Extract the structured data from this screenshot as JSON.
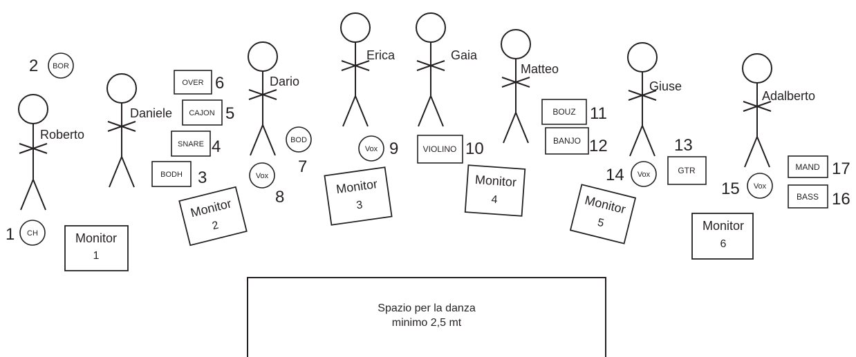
{
  "colors": {
    "ink": "#231f20",
    "background": "#ffffff"
  },
  "performers": {
    "roberto": "Roberto",
    "daniele": "Daniele",
    "dario": "Dario",
    "erica": "Erica",
    "gaia": "Gaia",
    "matteo": "Matteo",
    "giuse": "Giuse",
    "adalberto": "Adalberto"
  },
  "channels": {
    "ch1": {
      "number": "1",
      "label": "CH"
    },
    "ch2": {
      "number": "2",
      "label": "BOR"
    },
    "ch3": {
      "number": "3",
      "label": "BODH"
    },
    "ch4": {
      "number": "4",
      "label": "SNARE"
    },
    "ch5": {
      "number": "5",
      "label": "CAJON"
    },
    "ch6": {
      "number": "6",
      "label": "OVER"
    },
    "ch7": {
      "number": "7",
      "label": "BOD"
    },
    "ch8": {
      "number": "8",
      "label": "Vox"
    },
    "ch9": {
      "number": "9",
      "label": "Vox"
    },
    "ch10": {
      "number": "10",
      "label": "VIOLINO"
    },
    "ch11": {
      "number": "11",
      "label": "BOUZ"
    },
    "ch12": {
      "number": "12",
      "label": "BANJO"
    },
    "ch13": {
      "number": "13",
      "label": "GTR"
    },
    "ch14": {
      "number": "14",
      "label": "Vox"
    },
    "ch15": {
      "number": "15",
      "label": "Vox"
    },
    "ch16": {
      "number": "16",
      "label": "BASS"
    },
    "ch17": {
      "number": "17",
      "label": "MAND"
    }
  },
  "monitors": [
    {
      "word": "Monitor",
      "number": "1"
    },
    {
      "word": "Monitor",
      "number": "2"
    },
    {
      "word": "Monitor",
      "number": "3"
    },
    {
      "word": "Monitor",
      "number": "4"
    },
    {
      "word": "Monitor",
      "number": "5"
    },
    {
      "word": "Monitor",
      "number": "6"
    }
  ],
  "dance_area": {
    "line1": "Spazio per la danza",
    "line2": "minimo 2,5 mt"
  }
}
